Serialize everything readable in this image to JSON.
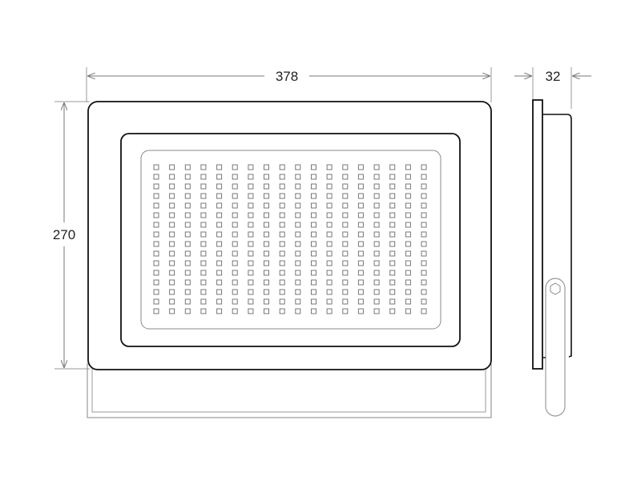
{
  "dimensions": {
    "width": "378",
    "height": "270",
    "depth": "32"
  },
  "led_grid": {
    "columns": 18,
    "rows": 16
  },
  "colors": {
    "outline": "#111111",
    "thin": "#888888",
    "led": "#777777"
  }
}
